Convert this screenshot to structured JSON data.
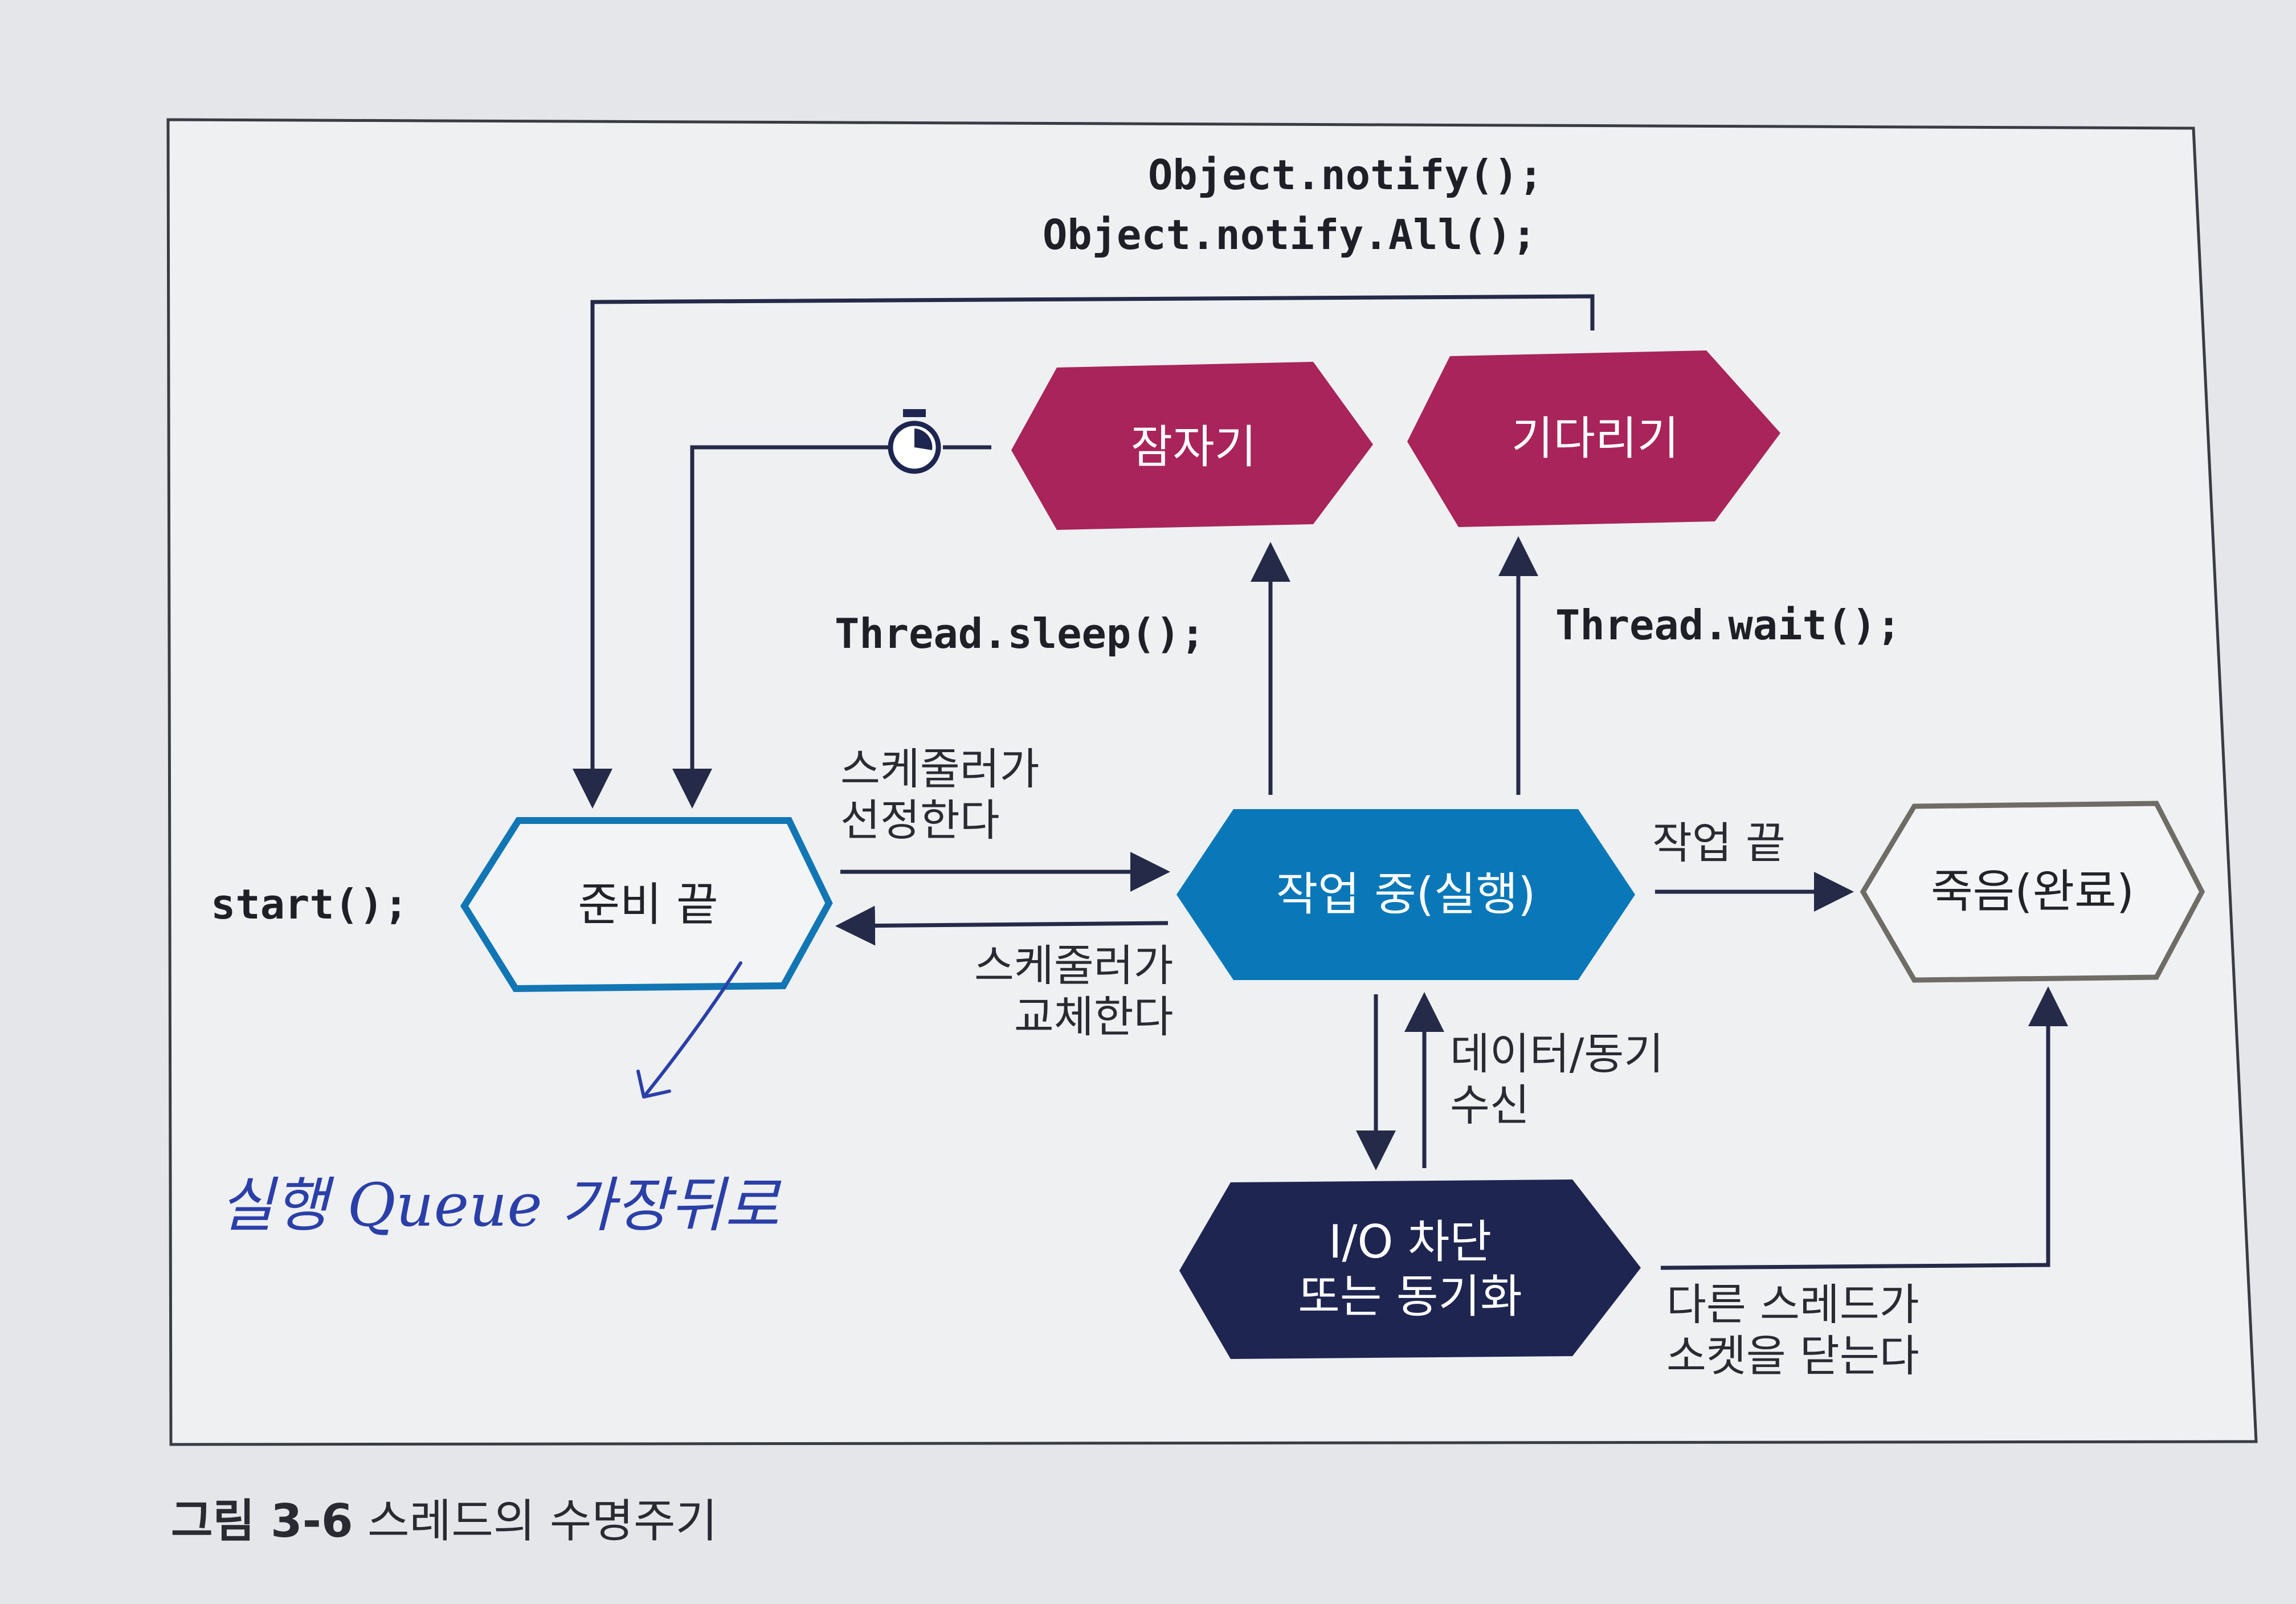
{
  "figure": {
    "caption_number": "그림 3-6",
    "caption_text": "스레드의 수명주기"
  },
  "nodes": {
    "ready": "준비 끝",
    "running": "작업 중(실행)",
    "sleeping": "잠자기",
    "waiting": "기다리기",
    "blocked": "I/O 차단\n또는 동기화",
    "dead": "죽음(완료)"
  },
  "code_labels": {
    "notify_line1": "Object.notify();",
    "notify_line2": "Object.notify.All();",
    "sleep": "Thread.sleep();",
    "wait": "Thread.wait();",
    "start": "start();"
  },
  "edge_labels": {
    "scheduler_select_1": "스케줄러가",
    "scheduler_select_2": "선정한다",
    "scheduler_replace_1": "스케줄러가",
    "scheduler_replace_2": "교체한다",
    "work_done": "작업 끝",
    "data_sync_1": "데이터/동기",
    "data_sync_2": "수신",
    "socket_close_1": "다른 스레드가",
    "socket_close_2": "소켓을 닫는다"
  },
  "handwritten_note": "실행 Queue 가장뒤로",
  "colors": {
    "crimson": "#a8245a",
    "blue": "#0a78b8",
    "navy": "#1e2550",
    "gray_outline": "#6f6c66",
    "line": "#252a48",
    "ink": "#2b3fa8"
  },
  "icons": {
    "timer": "stopwatch-icon"
  }
}
